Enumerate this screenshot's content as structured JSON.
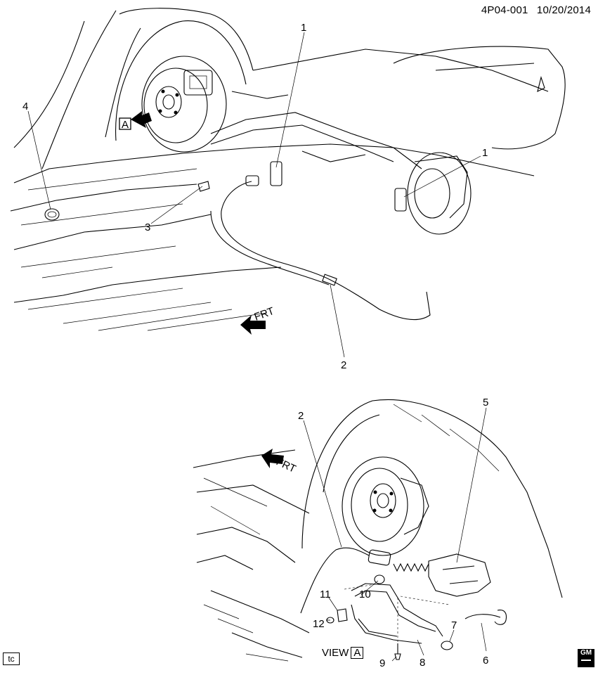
{
  "header": {
    "code": "4P04-001",
    "date": "10/20/2014"
  },
  "upper_view": {
    "callouts": [
      "1",
      "1",
      "2",
      "3",
      "4"
    ],
    "view_marker": "A",
    "front_label": "FRT"
  },
  "lower_view": {
    "callouts": [
      "2",
      "5",
      "6",
      "7",
      "8",
      "9",
      "10",
      "11",
      "12"
    ],
    "front_label": "FRT",
    "view_text": "VIEW",
    "view_letter": "A"
  },
  "footer": {
    "corner_tag": "tc",
    "logo_text": "GM"
  }
}
